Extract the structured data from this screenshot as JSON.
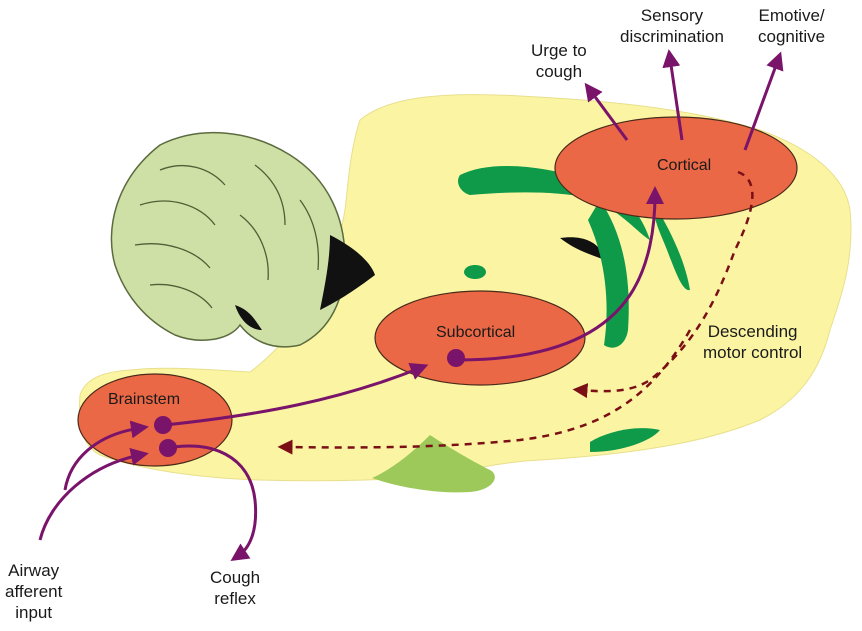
{
  "regions": {
    "cortical": "Cortical",
    "subcortical": "Subcortical",
    "brainstem": "Brainstem"
  },
  "labels": {
    "urge_to_cough": [
      "Urge to",
      "cough"
    ],
    "sensory_discrimination": [
      "Sensory",
      "discrimination"
    ],
    "emotive_cognitive": [
      "Emotive/",
      "cognitive"
    ],
    "descending_motor_control": [
      "Descending",
      "motor control"
    ],
    "airway_afferent_input": [
      "Airway",
      "afferent",
      "input"
    ],
    "cough_reflex": [
      "Cough",
      "reflex"
    ]
  },
  "colors": {
    "brain_tissue": "#fbf5a3",
    "cerebellum": "#cfe0a6",
    "pituitary": "#9dc95a",
    "tract": "#0f9a4a",
    "region_fill": "#ea6845",
    "pathway": "#7a136a",
    "descending": "#7a0f16"
  }
}
